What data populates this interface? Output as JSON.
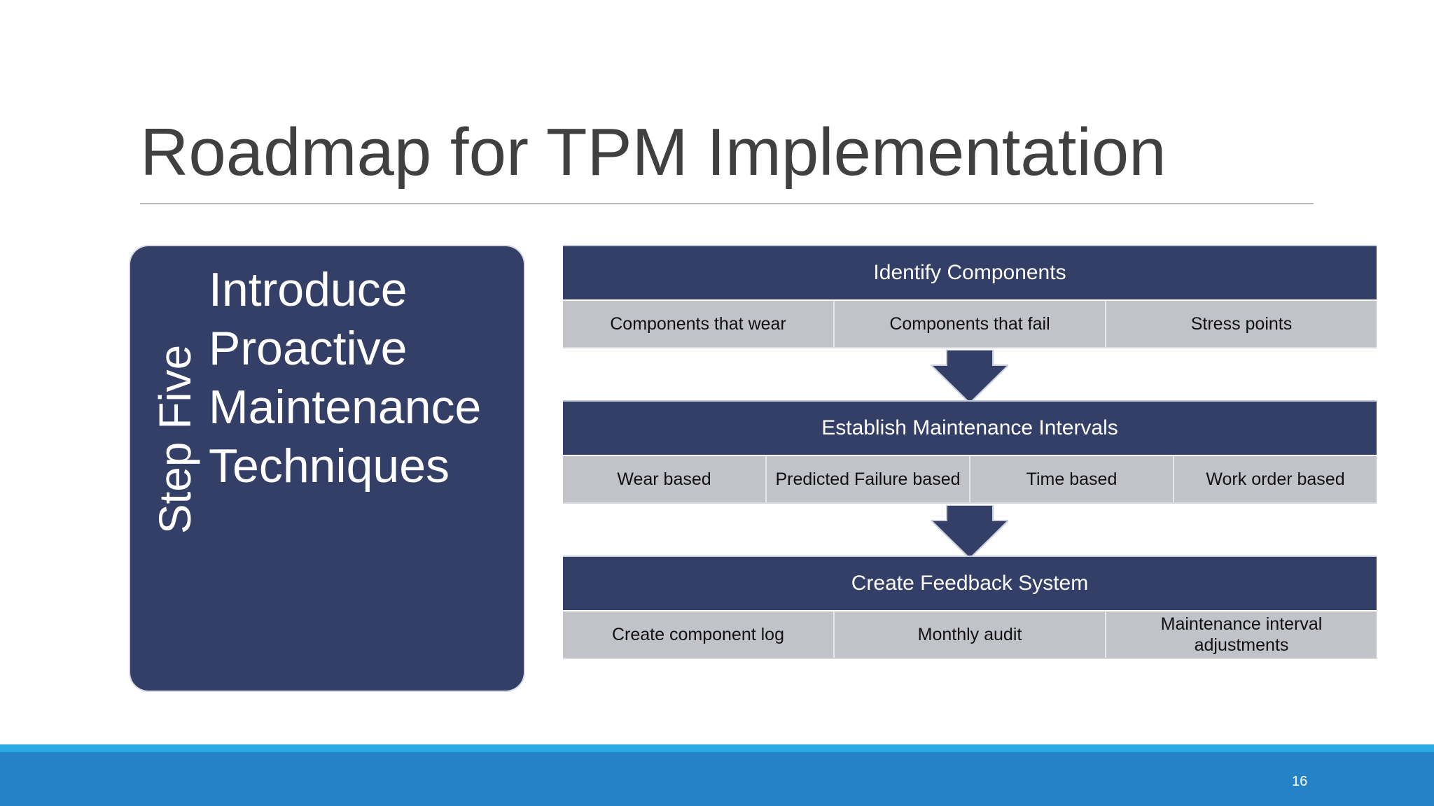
{
  "slide": {
    "title": "Roadmap for TPM Implementation",
    "page_number": "16"
  },
  "step": {
    "label": "Step Five",
    "heading_lines": [
      "Introduce",
      "Proactive",
      "Maintenance",
      "Techniques"
    ]
  },
  "groups": [
    {
      "header": "Identify Components",
      "items": [
        "Components that wear",
        "Components that fail",
        "Stress points"
      ]
    },
    {
      "header": "Establish Maintenance Intervals",
      "items": [
        "Wear based",
        "Predicted Failure based",
        "Time based",
        "Work order based"
      ]
    },
    {
      "header": "Create Feedback System",
      "items": [
        "Create component log",
        "Monthly audit",
        "Maintenance interval adjustments"
      ]
    }
  ],
  "colors": {
    "navy": "#343f67",
    "cell_gray": "#c1c3c9",
    "footer_blue": "#2682c6",
    "footer_accent": "#2aaae2"
  }
}
